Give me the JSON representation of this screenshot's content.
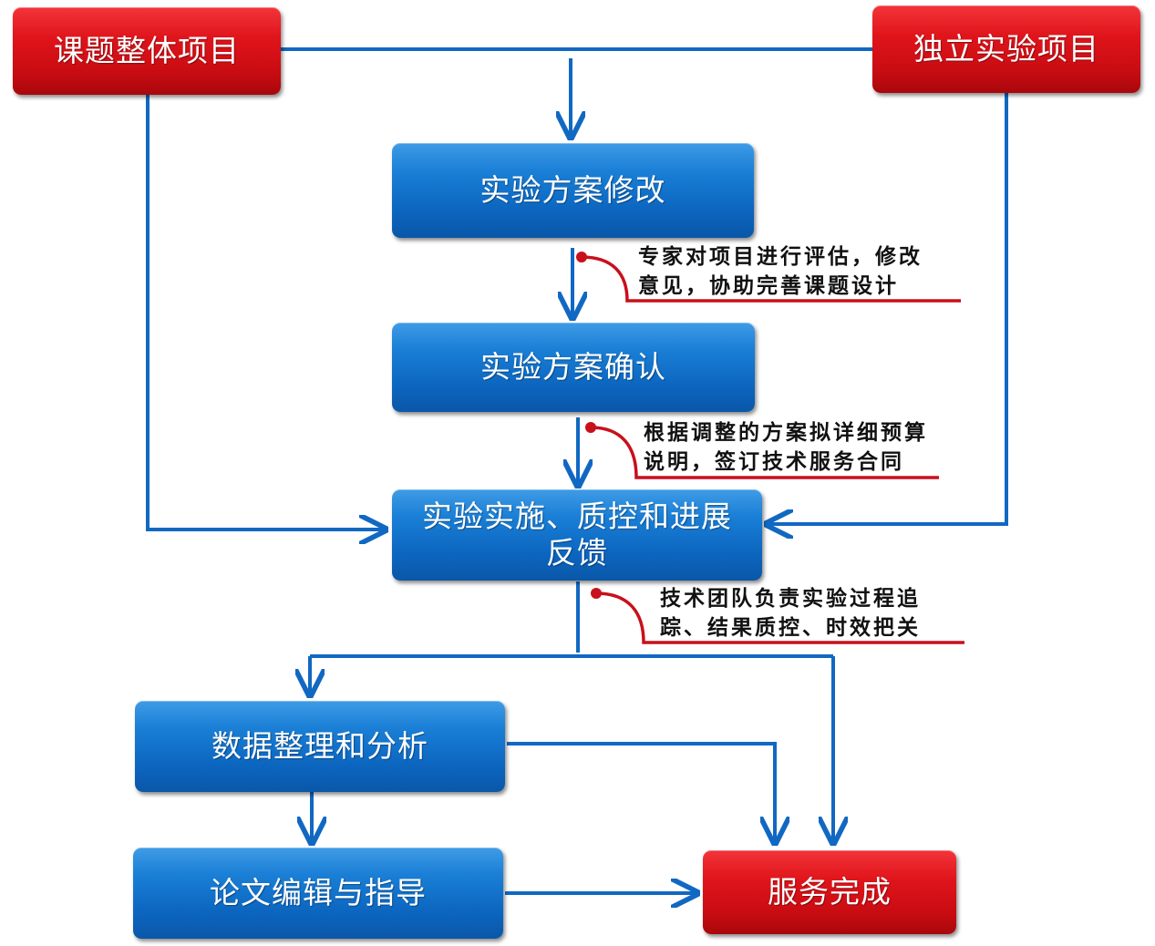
{
  "nodes": {
    "whole_project": "课题整体项目",
    "independent_project": "独立实验项目",
    "plan_revise": "实验方案修改",
    "plan_confirm": "实验方案确认",
    "implement_line1": "实验实施、质控和进展",
    "implement_line2": "反馈",
    "data_analysis": "数据整理和分析",
    "paper_editing": "论文编辑与指导",
    "service_done": "服务完成"
  },
  "notes": {
    "revise_line1": "专家对项目进行评估，修改",
    "revise_line2": "意见，协助完善课题设计",
    "confirm_line1": "根据调整的方案拟详细预算",
    "confirm_line2": "说明，签订技术服务合同",
    "implement_line1": "技术团队负责实验过程追",
    "implement_line2": "踪、结果质控、时效把关"
  },
  "colors": {
    "connector": "#1168c2",
    "callout": "#c8101c",
    "box_blue": "#0c66c0",
    "box_red": "#d4141b"
  }
}
